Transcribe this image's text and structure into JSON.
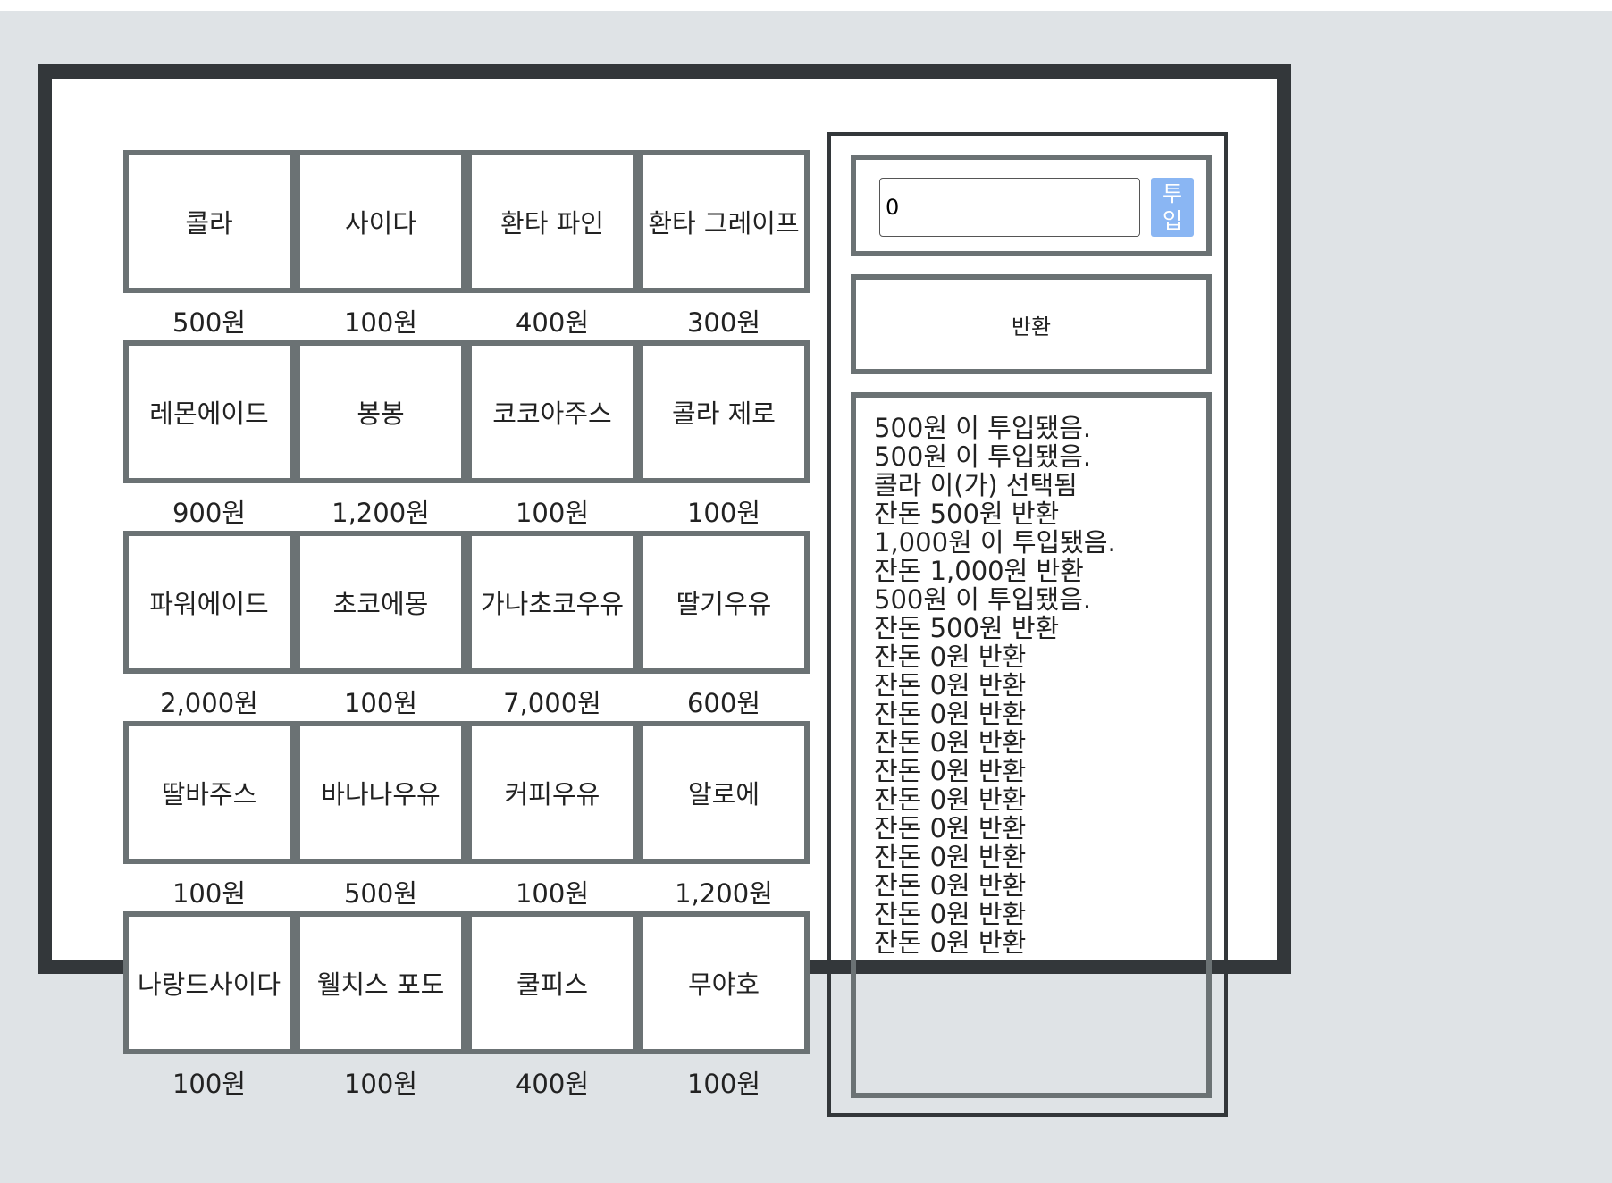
{
  "products": [
    {
      "name": "콜라",
      "price": "500원"
    },
    {
      "name": "사이다",
      "price": "100원"
    },
    {
      "name": "환타 파인",
      "price": "400원"
    },
    {
      "name": "환타 그레이프",
      "price": "300원"
    },
    {
      "name": "레몬에이드",
      "price": "900원"
    },
    {
      "name": "봉봉",
      "price": "1,200원"
    },
    {
      "name": "코코아주스",
      "price": "100원"
    },
    {
      "name": "콜라 제로",
      "price": "100원"
    },
    {
      "name": "파워에이드",
      "price": "2,000원"
    },
    {
      "name": "초코에몽",
      "price": "100원"
    },
    {
      "name": "가나초코우유",
      "price": "7,000원"
    },
    {
      "name": "딸기우유",
      "price": "600원"
    },
    {
      "name": "딸바주스",
      "price": "100원"
    },
    {
      "name": "바나나우유",
      "price": "500원"
    },
    {
      "name": "커피우유",
      "price": "100원"
    },
    {
      "name": "알로에",
      "price": "1,200원"
    },
    {
      "name": "나랑드사이다",
      "price": "100원"
    },
    {
      "name": "웰치스 포도",
      "price": "100원"
    },
    {
      "name": "쿨피스",
      "price": "400원"
    },
    {
      "name": "무야호",
      "price": "100원"
    }
  ],
  "coin": {
    "value": "0",
    "submit_label": "투입"
  },
  "return_label": "반환",
  "log": [
    "500원 이 투입됐음.",
    "500원 이 투입됐음.",
    "콜라 이(가) 선택됨",
    "잔돈 500원 반환",
    "1,000원 이 투입됐음.",
    "잔돈 1,000원 반환",
    "500원 이 투입됐음.",
    "잔돈 500원 반환",
    "잔돈 0원 반환",
    "잔돈 0원 반환",
    "잔돈 0원 반환",
    "잔돈 0원 반환",
    "잔돈 0원 반환",
    "잔돈 0원 반환",
    "잔돈 0원 반환",
    "잔돈 0원 반환",
    "잔돈 0원 반환",
    "잔돈 0원 반환",
    "잔돈 0원 반환"
  ],
  "colors": {
    "page_background": "#dfe3e6",
    "frame": "#33373a",
    "slot_border": "#6b7274",
    "submit_button": "#8ab6f3"
  }
}
